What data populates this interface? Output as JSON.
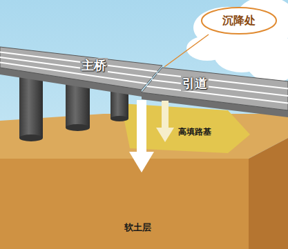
{
  "diagram": {
    "nodes": [
      {
        "text": [
          "沉降处"
        ]
      }
    ],
    "labels": [
      "主桥",
      "引道",
      "高填路基",
      "软土层"
    ]
  }
}
